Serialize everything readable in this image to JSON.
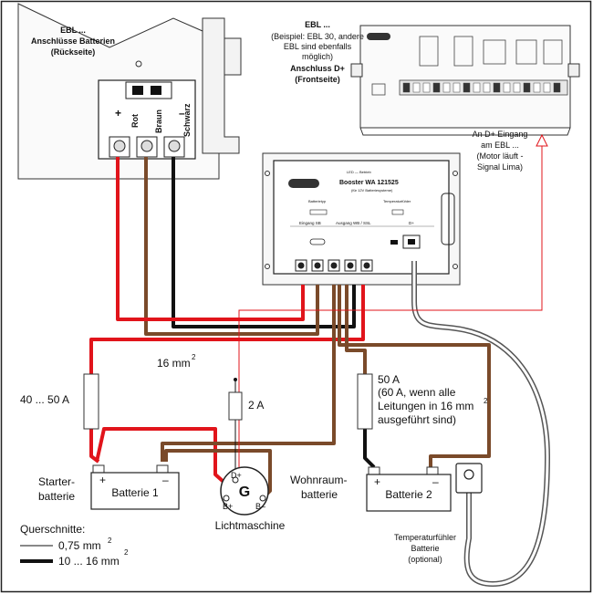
{
  "colors": {
    "red": "#e1141b",
    "brown": "#7a4a2a",
    "black": "#111111",
    "thin_red": "#e1141b"
  },
  "ebl_back": {
    "title_line1": "EBL ...",
    "title_line2": "Anschlüsse Batterien",
    "title_line3": "(Rückseite)",
    "terminal_rot": "Rot",
    "terminal_braun": "Braun",
    "terminal_schwarz": "Schwarz",
    "terminal_plus": "+",
    "terminal_minus": "–"
  },
  "ebl_front": {
    "title_line1": "EBL ...",
    "note_line1": "(Beispiel: EBL 30, andere",
    "note_line2": "EBL sind ebenfalls",
    "note_line3": "möglich)",
    "title_line2": "Anschluss D+",
    "title_line3": "(Frontseite)",
    "dplus_line1": "An D+ Eingang",
    "dplus_line2": "am EBL ...",
    "dplus_line3": "(Motor läuft -",
    "dplus_line4": "Signal Lima)"
  },
  "booster": {
    "label": "Booster  WA 121525",
    "sub": "(für 12V Batteriesysteme)",
    "led": "LED — Betrieb",
    "batterietyp": "Batterietyp",
    "temperaturfuehler": "Temperaturfühler",
    "eingang": "Eingang  SB",
    "ausgang": "Ausgang  WB / SSL",
    "dplus": "D+"
  },
  "labels": {
    "wire_16mm_prefix": "16 mm",
    "wire_16mm_sup": "2",
    "fuse_left": "40 ... 50 A",
    "fuse_mid": "2 A",
    "fuse_right_line1": "50 A",
    "fuse_right_line2": "(60 A, wenn alle",
    "fuse_right_line3_prefix": "Leitungen in 16 mm",
    "fuse_right_line3_sup": "2",
    "fuse_right_line4": "ausgeführt sind)"
  },
  "batteries": {
    "starter_line1": "Starter-",
    "starter_line2": "batterie",
    "battery1": "Batterie 1",
    "wohnraum_line1": "Wohnraum-",
    "wohnraum_line2": "batterie",
    "battery2": "Batterie 2",
    "plus": "+",
    "minus": "–"
  },
  "alternator": {
    "g": "G",
    "dplus": "D+",
    "bplus": "B+",
    "bminus": "B–",
    "name": "Lichtmaschine"
  },
  "sensor": {
    "line1": "Temperaturfühler",
    "line2": "Batterie",
    "line3": "(optional)"
  },
  "legend": {
    "title": "Querschnitte:",
    "thin_prefix": "0,75 mm",
    "thin_sup": "2",
    "thick_prefix": "10 ... 16 mm",
    "thick_sup": "2"
  }
}
